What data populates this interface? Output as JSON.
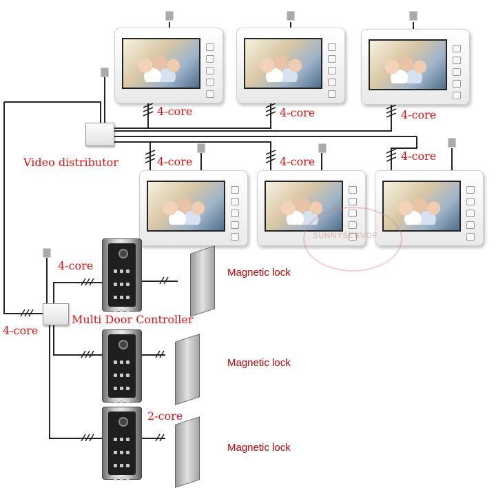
{
  "labels": {
    "core_top_1": "4-core",
    "core_top_2": "4-core",
    "core_top_3": "4-core",
    "core_mid_1": "4-core",
    "core_mid_2": "4-core",
    "core_mid_3": "4-core",
    "core_door": "4-core",
    "core_left": "4-core",
    "core_two": "2-core",
    "video_distributor": "Video distributor",
    "multi_door_controller": "Multi Door Controller",
    "magnetic_lock_1": "Magnetic lock",
    "magnetic_lock_2": "Magnetic lock",
    "magnetic_lock_3": "Magnetic lock"
  },
  "watermark": "SUNNYSERVOF",
  "colors": {
    "label_red": "#e01010",
    "mag_red": "#c00000",
    "wire": "#222222"
  }
}
